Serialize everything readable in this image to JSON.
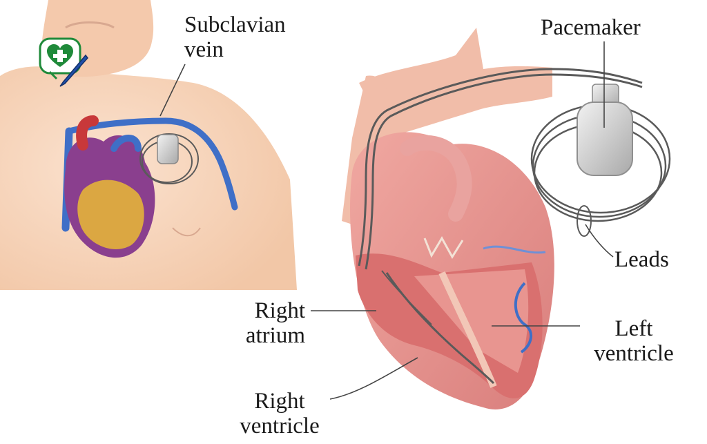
{
  "labels": {
    "subclavian_vein": [
      "Subclavian",
      "vein"
    ],
    "pacemaker": "Pacemaker",
    "leads": "Leads",
    "right_atrium": [
      "Right",
      "atrium"
    ],
    "left_ventricle": [
      "Left",
      "ventricle"
    ],
    "right_ventricle": [
      "Right",
      "ventricle"
    ]
  },
  "colors": {
    "skin": "#f6d3b8",
    "heart": "#e58a86",
    "heart_interior": "#d66a6c",
    "vein": "#3f6fc7",
    "artery": "#c8383a",
    "fat": "#e3b23a",
    "device": "#c9c9c9",
    "lead_wire": "#5a5a5a",
    "logo_green": "#1f8a3a"
  },
  "icons": {
    "logo": "medical-heart-pen-logo"
  }
}
